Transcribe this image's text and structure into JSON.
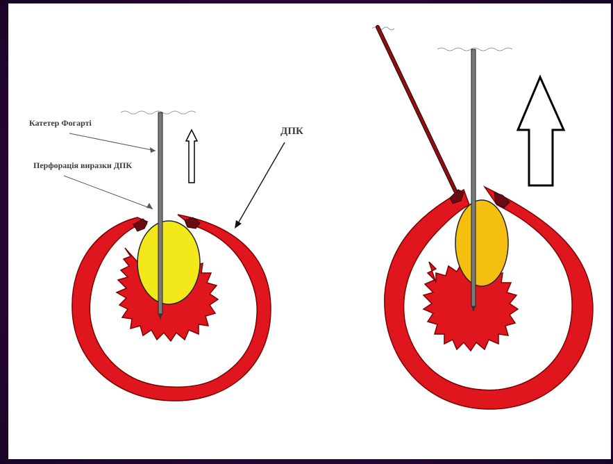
{
  "labels": {
    "catheter": "Катетер Фогарті",
    "perforation": "Перфорація виразки ДПК",
    "duodenum": "ДПК"
  },
  "colors": {
    "wall": "#e0161e",
    "wall_outline": "#7a0000",
    "balloon_left": "#f2e81a",
    "balloon_right": "#f5bf10",
    "catheter": "#7a7a7a",
    "probe": "#8b1010",
    "arrow_outline": "#000000",
    "frame": "#3a0f4c"
  },
  "icons": [
    "up-arrow-icon",
    "up-arrow-icon"
  ]
}
